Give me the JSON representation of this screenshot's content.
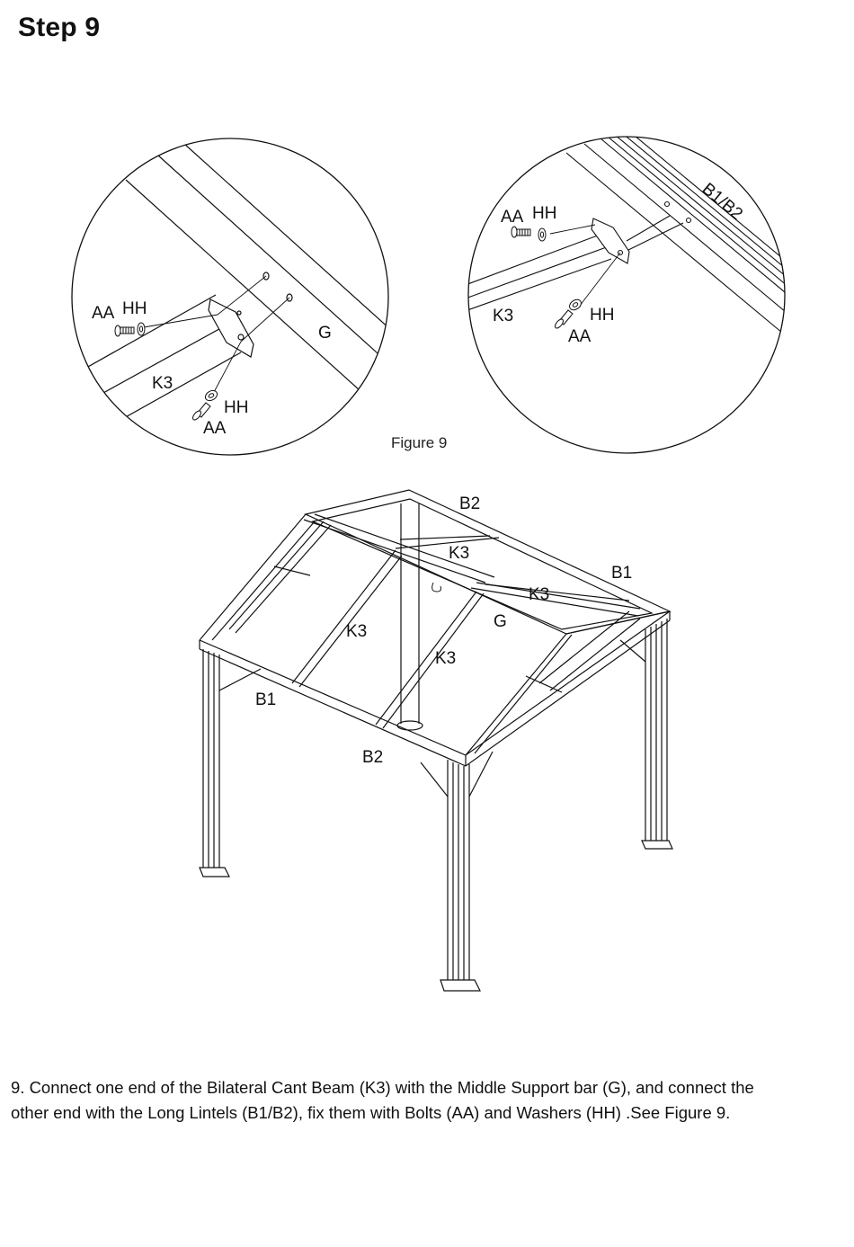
{
  "step": {
    "title": "Step 9"
  },
  "figure": {
    "caption": "Figure 9"
  },
  "detail_left": {
    "labels": {
      "bolt": "AA",
      "washer": "HH",
      "bolt_lower": "AA",
      "washer_lower": "HH",
      "beam": "K3",
      "bar": "G"
    }
  },
  "detail_right": {
    "labels": {
      "bolt": "AA",
      "washer": "HH",
      "bolt_lower": "AA",
      "washer_lower": "HH",
      "beam": "K3",
      "lintel": "B1/B2"
    }
  },
  "gazebo": {
    "labels": {
      "b2_top": "B2",
      "b1_right": "B1",
      "k3_back": "K3",
      "k3_right": "K3",
      "g": "G",
      "k3_left": "K3",
      "k3_front": "K3",
      "b1_left": "B1",
      "b2_front": "B2"
    }
  },
  "instructions": {
    "line1": "9. Connect one end of the Bilateral Cant Beam (K3) with the Middle Support bar (G),  and connect the",
    "line2": "other end with the Long Lintels (B1/B2),  fix them with Bolts (AA) and Washers (HH) .See Figure 9."
  }
}
